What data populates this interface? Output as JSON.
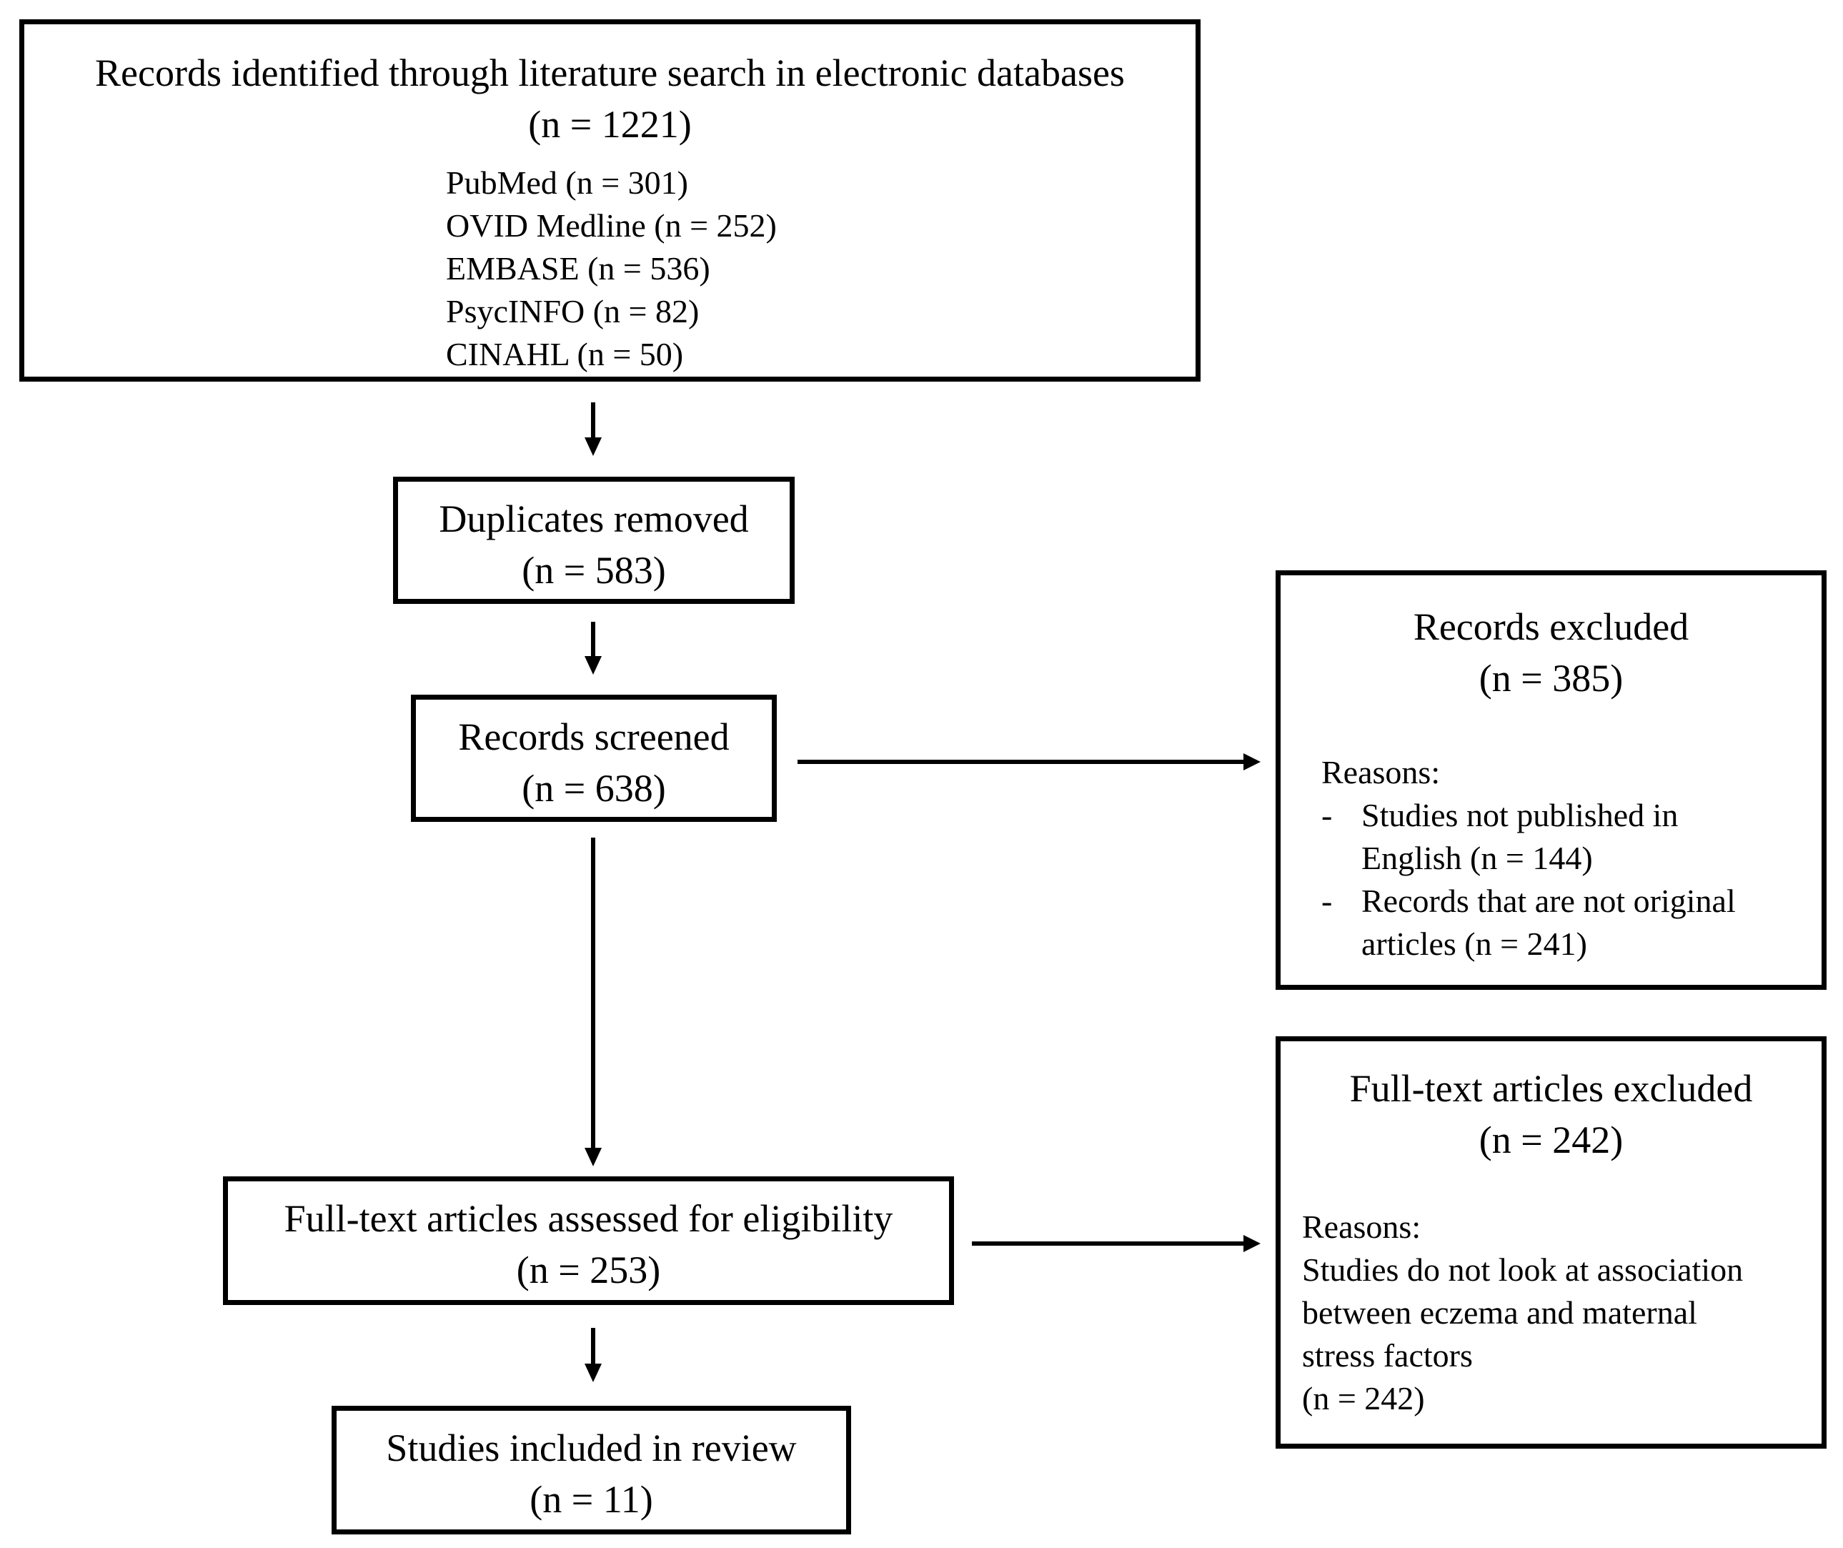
{
  "identification": {
    "title": "Records identified through literature search in electronic databases",
    "count": "(n = 1221)",
    "databases": [
      "PubMed (n = 301)",
      "OVID Medline  (n = 252)",
      "EMBASE (n = 536)",
      "PsycINFO (n = 82)",
      "CINAHL (n = 50)"
    ]
  },
  "duplicates": {
    "title": "Duplicates removed",
    "count": "(n = 583)"
  },
  "screened": {
    "title": "Records screened",
    "count": "(n = 638)"
  },
  "excluded": {
    "title": "Records excluded",
    "count": "(n = 385)",
    "reasons_label": "Reasons:",
    "reasons": [
      {
        "dash": "-",
        "line1": "Studies not published in",
        "line2": "English (n = 144)"
      },
      {
        "dash": "-",
        "line1": "Records that are not original",
        "line2": "articles (n = 241)"
      }
    ]
  },
  "eligibility": {
    "title": "Full-text articles assessed for eligibility",
    "count": "(n = 253)"
  },
  "fulltext_excluded": {
    "title": "Full-text articles excluded",
    "count": "(n = 242)",
    "reasons_label": "Reasons:",
    "reason_lines": [
      "Studies do not look at association",
      "between eczema and maternal",
      "stress factors",
      "(n = 242)"
    ]
  },
  "included": {
    "title": "Studies included in review",
    "count": "(n = 11)"
  }
}
